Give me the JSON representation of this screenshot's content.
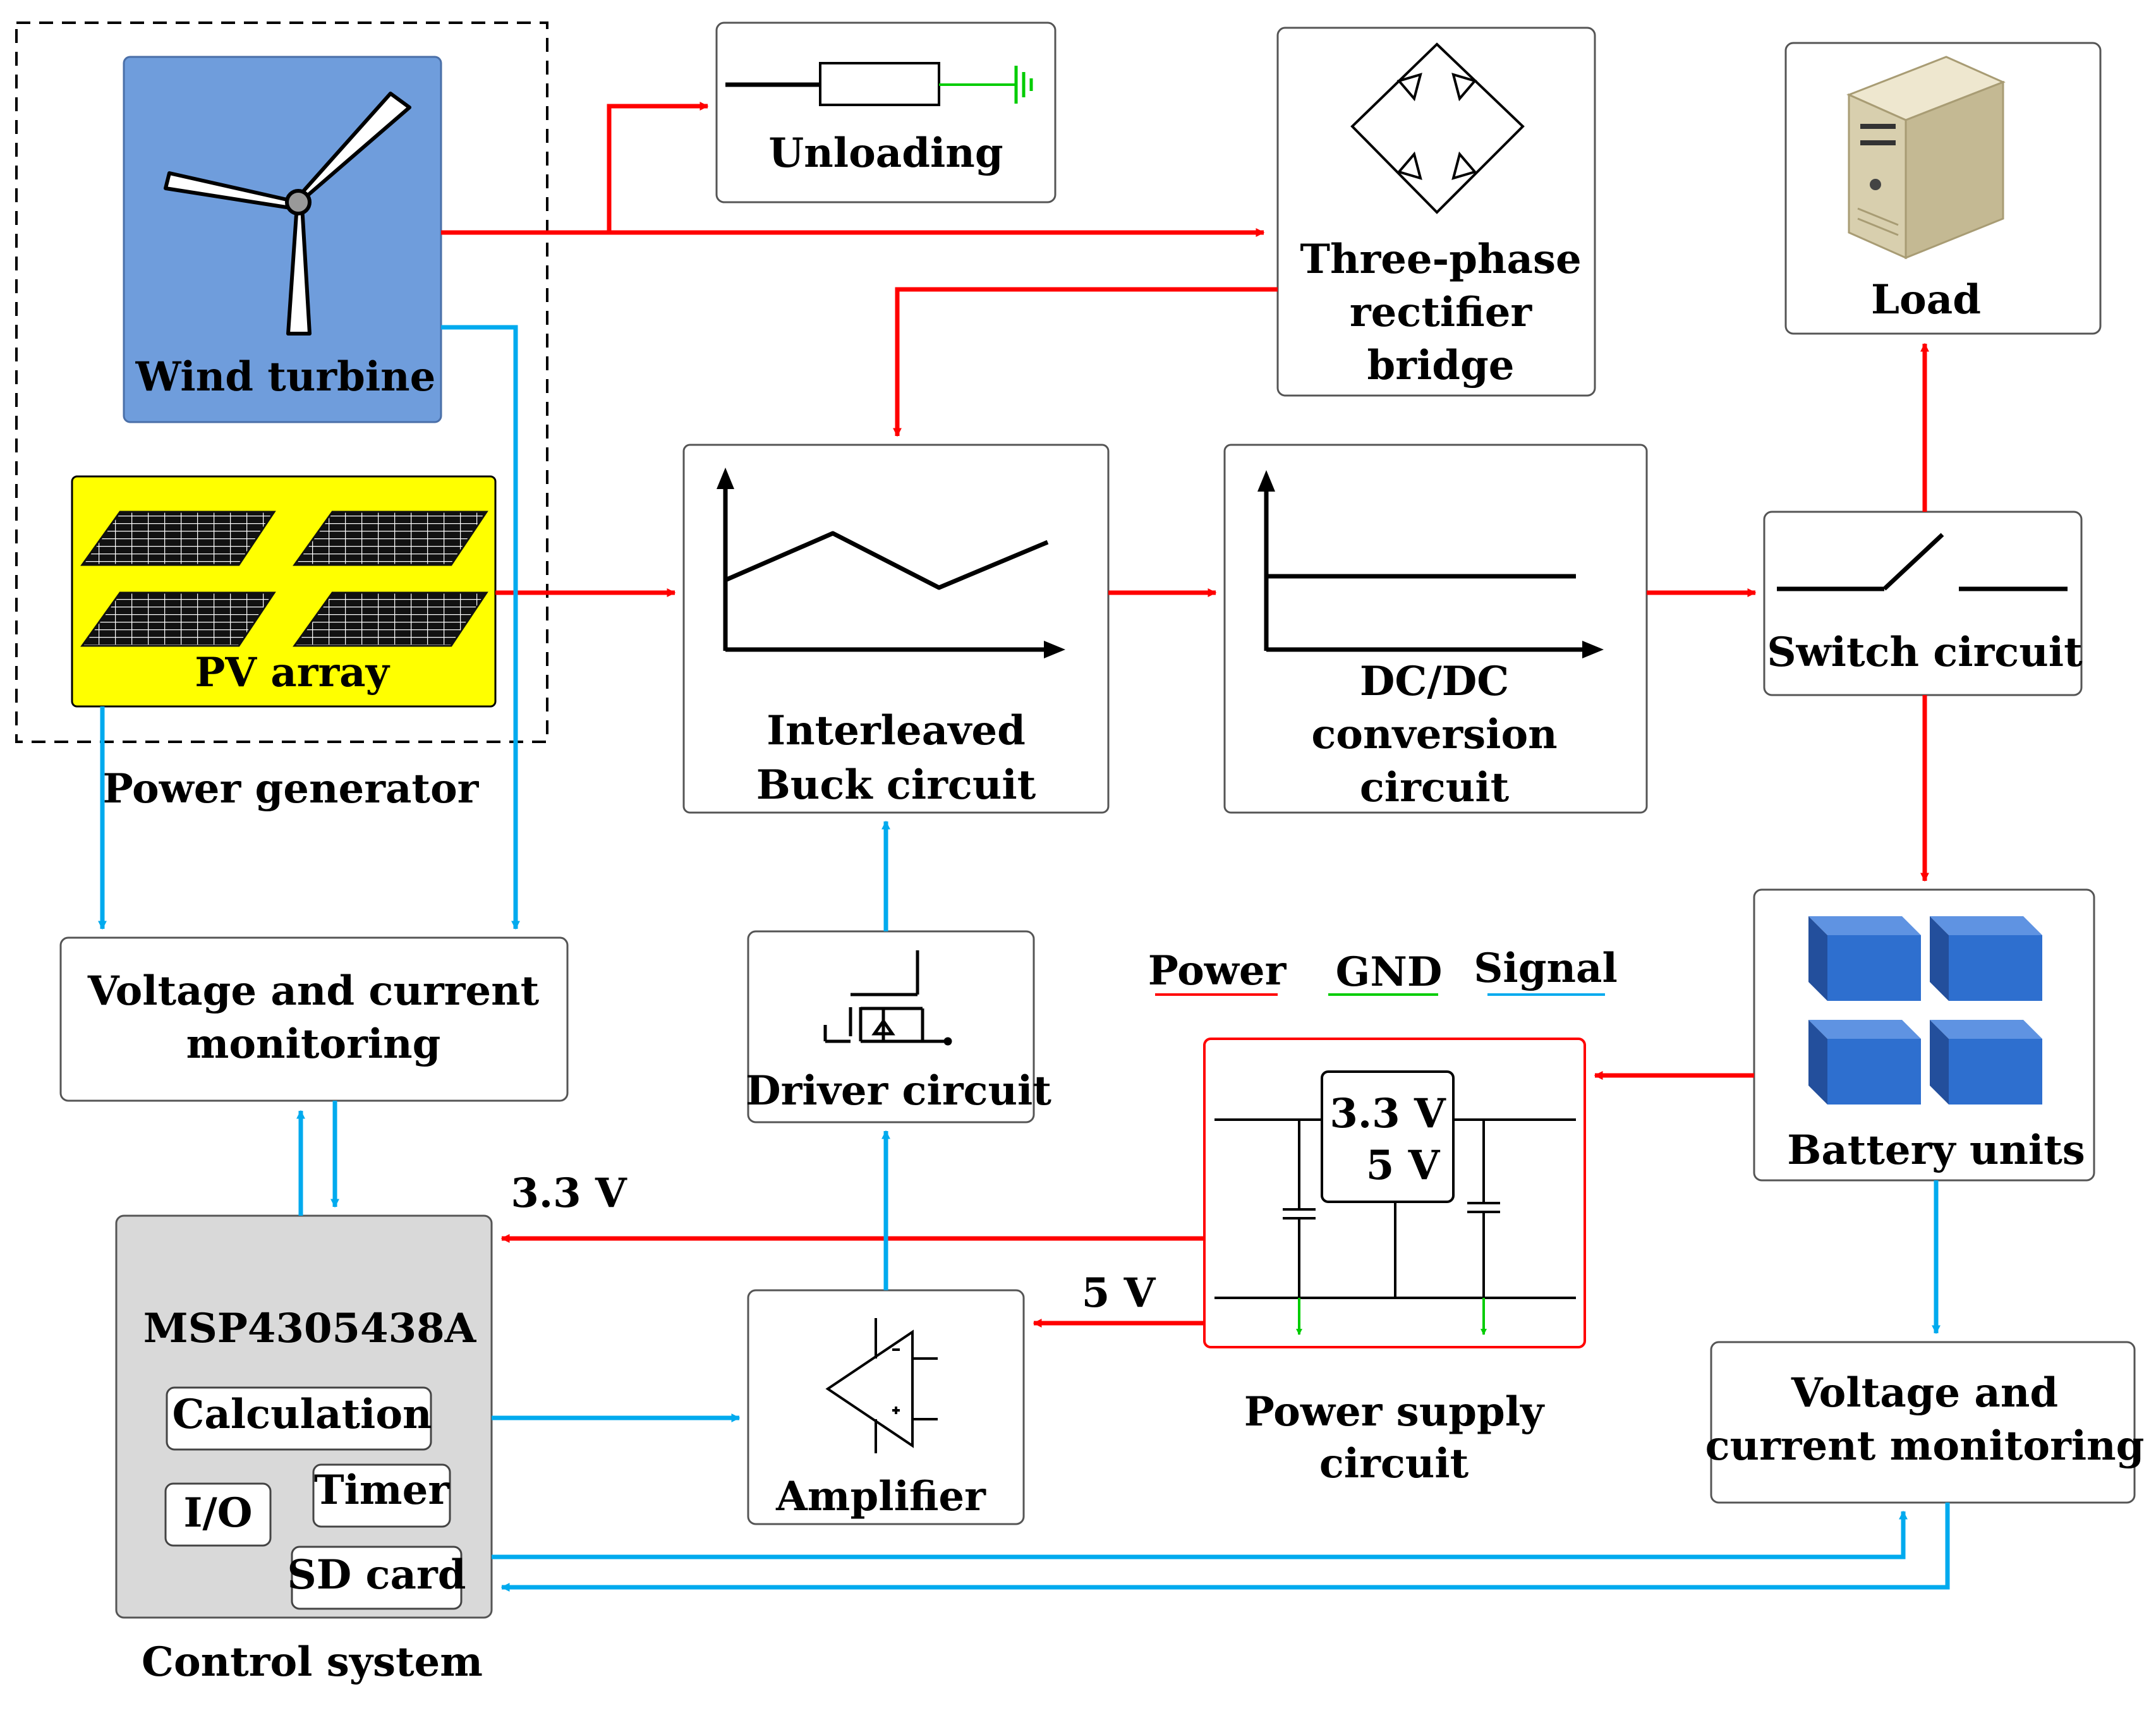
{
  "colors": {
    "power": "#ff0000",
    "gnd": "#00cc00",
    "signal": "#00aaee",
    "wind_turbine_fill": "#6f9ddc",
    "pv_array_fill": "#ffff00",
    "control_fill": "#d9d9d9",
    "battery_fill": "#2e6fcf"
  },
  "labels": {
    "power_generator": "Power generator",
    "wind_turbine": "Wind turbine",
    "pv_array": "PV array",
    "unloading": "Unloading",
    "rectifier_line1": "Three-phase",
    "rectifier_line2": "rectifier",
    "rectifier_line3": "bridge",
    "load": "Load",
    "buck_line1": "Interleaved",
    "buck_line2": "Buck circuit",
    "dcdc_line1": "DC/DC",
    "dcdc_line2": "conversion",
    "dcdc_line3": "circuit",
    "switch": "Switch circuit",
    "battery": "Battery units",
    "vcm_left_line1": "Voltage and current",
    "vcm_left_line2": "monitoring",
    "driver": "Driver circuit",
    "amplifier": "Amplifier",
    "psu_v1": "3.3 V",
    "psu_v2": "5 V",
    "psu_caption_line1": "Power supply",
    "psu_caption_line2": "circuit",
    "vcm_right_line1": "Voltage and",
    "vcm_right_line2": "current monitoring",
    "mcu": "MSP4305438A",
    "calculation": "Calculation",
    "io": "I/O",
    "timer": "Timer",
    "sd_card": "SD card",
    "control_system": "Control system",
    "rail_33v": "3.3 V",
    "rail_5v": "5 V"
  },
  "legend": {
    "power": "Power",
    "gnd": "GND",
    "signal": "Signal"
  },
  "icons": {
    "wind": "wind-turbine-icon",
    "pv": "solar-panel-icon",
    "resistor": "resistor-ground-icon",
    "bridge": "diode-bridge-icon",
    "load": "server-tower-icon",
    "buck": "triangular-waveform-icon",
    "dcdc": "flat-dc-waveform-icon",
    "switch": "switch-icon",
    "battery": "battery-cells-icon",
    "mosfet": "mosfet-icon",
    "opamp": "op-amp-icon",
    "regulator": "voltage-regulator-icon"
  }
}
